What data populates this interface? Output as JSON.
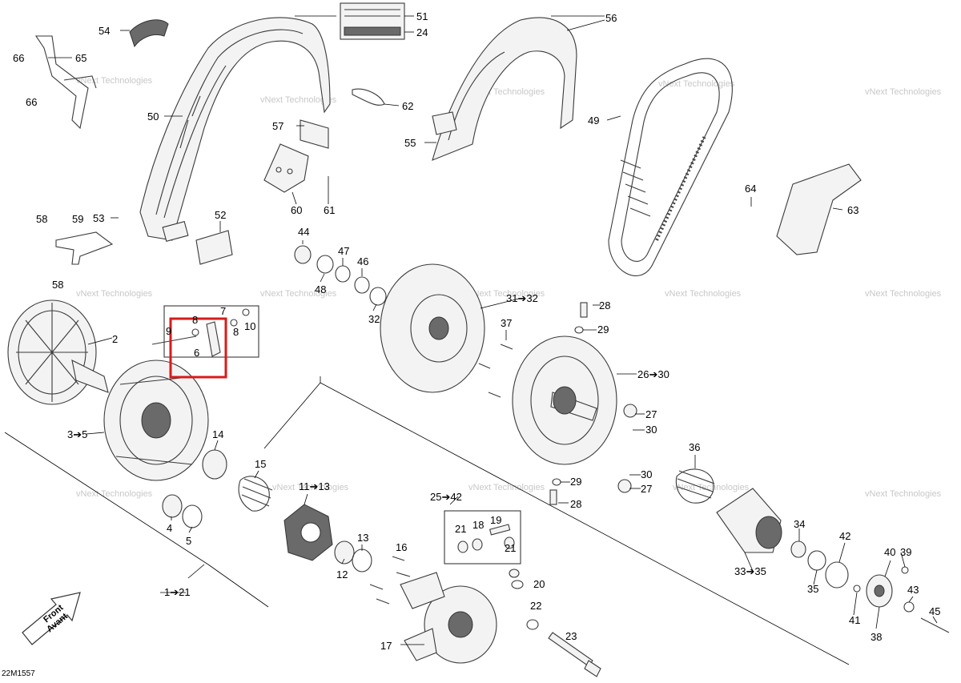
{
  "diagram_code": "22M1557",
  "front_label": {
    "en": "Front",
    "fr": "Avant"
  },
  "watermark": "vNext Technologies",
  "highlight_color": "#d81b1b",
  "labels": {
    "l1": "1➔21",
    "l2": "2",
    "l3": "3➔5",
    "l4": "4",
    "l5": "5",
    "l6": "6",
    "l7": "7",
    "l8a": "8",
    "l8b": "8",
    "l9": "9",
    "l10": "10",
    "l11": "11➔13",
    "l12": "12",
    "l13": "13",
    "l14": "14",
    "l15": "15",
    "l16": "16",
    "l17": "17",
    "l18": "18",
    "l19": "19",
    "l20": "20",
    "l21a": "21",
    "l21b": "21",
    "l22": "22",
    "l23": "23",
    "l24": "24",
    "l25": "25➔42",
    "l26": "26➔30",
    "l27a": "27",
    "l27b": "27",
    "l28a": "28",
    "l28b": "28",
    "l29a": "29",
    "l29b": "29",
    "l30a": "30",
    "l30b": "30",
    "l31": "31➔32",
    "l32": "32",
    "l33": "33➔35",
    "l34": "34",
    "l35": "35",
    "l36": "36",
    "l37": "37",
    "l38": "38",
    "l39": "39",
    "l40": "40",
    "l41": "41",
    "l42": "42",
    "l43": "43",
    "l44": "44",
    "l45": "45",
    "l46": "46",
    "l47": "47",
    "l48": "48",
    "l49": "49",
    "l50": "50",
    "l51": "51",
    "l52": "52",
    "l53": "53",
    "l54": "54",
    "l55": "55",
    "l56": "56",
    "l57": "57",
    "l58a": "58",
    "l58b": "58",
    "l59": "59",
    "l60": "60",
    "l61": "61",
    "l62": "62",
    "l63": "63",
    "l64": "64",
    "l65": "65",
    "l66a": "66",
    "l66b": "66"
  }
}
